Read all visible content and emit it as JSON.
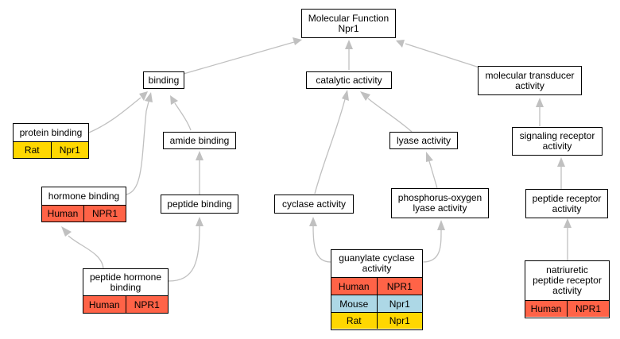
{
  "nodes": {
    "root": {
      "line1": "Molecular Function",
      "line2": "Npr1"
    },
    "binding": {
      "line1": "binding"
    },
    "catalytic": {
      "line1": "catalytic activity"
    },
    "transducer": {
      "line1": "molecular transducer",
      "line2": "activity"
    },
    "protein_binding": {
      "line1": "protein binding",
      "species": "Rat",
      "gene": "Npr1"
    },
    "amide_binding": {
      "line1": "amide binding"
    },
    "lyase": {
      "line1": "lyase activity"
    },
    "signaling": {
      "line1": "signaling receptor",
      "line2": "activity"
    },
    "hormone_binding": {
      "line1": "hormone binding",
      "species": "Human",
      "gene": "NPR1"
    },
    "peptide_binding": {
      "line1": "peptide binding"
    },
    "cyclase": {
      "line1": "cyclase activity"
    },
    "phosphorus": {
      "line1": "phosphorus-oxygen",
      "line2": "lyase activity"
    },
    "peptide_receptor": {
      "line1": "peptide receptor",
      "line2": "activity"
    },
    "peptide_hormone": {
      "line1": "peptide hormone",
      "line2": "binding",
      "species": "Human",
      "gene": "NPR1"
    },
    "guanylate": {
      "line1": "guanylate cyclase",
      "line2": "activity",
      "rows": [
        {
          "species": "Human",
          "gene": "NPR1"
        },
        {
          "species": "Mouse",
          "gene": "Npr1"
        },
        {
          "species": "Rat",
          "gene": "Npr1"
        }
      ]
    },
    "natriuretic": {
      "line1": "natriuretic",
      "line2": "peptide receptor",
      "line3": "activity",
      "species": "Human",
      "gene": "NPR1"
    }
  },
  "colors": {
    "human": "#ff6347",
    "mouse": "#add8e6",
    "rat": "#ffd700",
    "edge": "#c0c0c0"
  },
  "edges": [
    [
      "binding",
      "root"
    ],
    [
      "catalytic",
      "root"
    ],
    [
      "transducer",
      "root"
    ],
    [
      "protein_binding",
      "binding"
    ],
    [
      "amide_binding",
      "binding"
    ],
    [
      "hormone_binding",
      "binding"
    ],
    [
      "peptide_binding",
      "amide_binding"
    ],
    [
      "peptide_hormone",
      "hormone_binding"
    ],
    [
      "peptide_hormone",
      "peptide_binding"
    ],
    [
      "cyclase",
      "catalytic"
    ],
    [
      "lyase",
      "catalytic"
    ],
    [
      "phosphorus",
      "lyase"
    ],
    [
      "guanylate",
      "cyclase"
    ],
    [
      "guanylate",
      "phosphorus"
    ],
    [
      "signaling",
      "transducer"
    ],
    [
      "peptide_receptor",
      "signaling"
    ],
    [
      "natriuretic",
      "peptide_receptor"
    ]
  ]
}
